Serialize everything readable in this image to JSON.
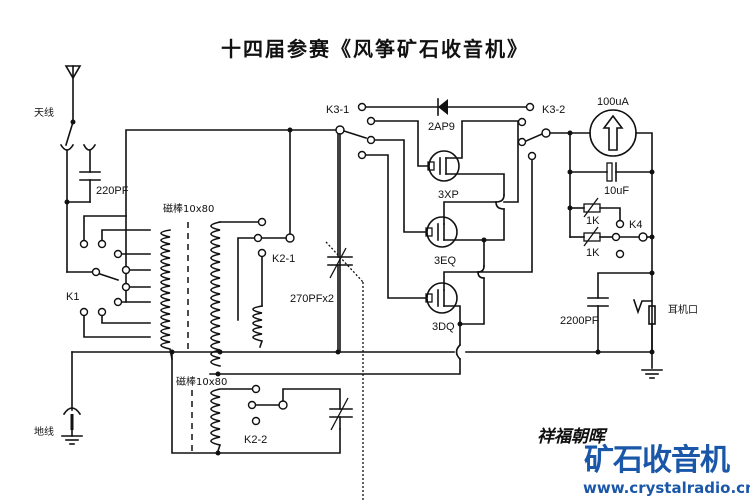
{
  "title": "十四届参赛《风筝矿石收音机》",
  "labels": {
    "antenna": "天线",
    "ground": "地线",
    "cap_antenna": "220PF",
    "rod_top": "磁棒10x80",
    "rod_bottom": "磁棒10x80",
    "switch_k1": "K1",
    "switch_k2_1": "K2-1",
    "switch_k2_2": "K2-2",
    "switch_k3_1": "K3-1",
    "switch_k3_2": "K3-2",
    "switch_k4": "K4",
    "var_cap": "270PFx2",
    "diode": "2AP9",
    "transistor_1": "3XP",
    "transistor_2": "3EQ",
    "transistor_3": "3DQ",
    "meter": "100uA",
    "cap_meter": "10uF",
    "pot_1": "1K",
    "pot_2": "1K",
    "cap_output": "2200PF",
    "earphone": "耳机口"
  },
  "brand": {
    "author": "祥福朝晖",
    "name": "矿石收音机",
    "url": "www.crystalradio.cn",
    "color": "#1a57a8"
  }
}
